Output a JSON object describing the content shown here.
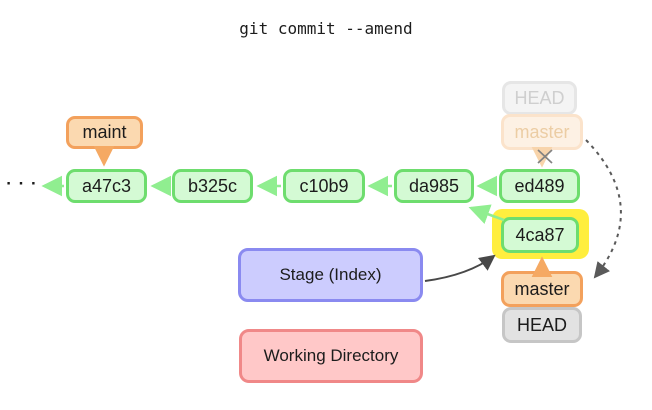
{
  "title": "git commit --amend",
  "graph": {
    "ellipsis": "· · ·",
    "commits": [
      {
        "id": "a47c3"
      },
      {
        "id": "b325c"
      },
      {
        "id": "c10b9"
      },
      {
        "id": "da985"
      },
      {
        "id": "ed489"
      },
      {
        "id": "4ca87"
      }
    ]
  },
  "refs": {
    "maint": "maint",
    "old_head": "HEAD",
    "old_master": "master",
    "master": "master",
    "head": "HEAD"
  },
  "areas": {
    "stage": "Stage (Index)",
    "working_directory": "Working Directory"
  },
  "colors": {
    "text": "#1c1c1c",
    "commit-border": "#6edd6e",
    "commit-fill": "#d4fad4",
    "arrow-green": "#90ee90",
    "ref-border": "#f3a15c",
    "ref-fill": "#fbd9b0",
    "ref-arrow": "#f5a963",
    "highlight-yellow": "#ffee3e",
    "stage-border": "#8a8af0",
    "stage-fill": "#ccccfe",
    "wd-border": "#f08888",
    "wd-fill": "#ffc8c8",
    "head-border": "#c6c6c6",
    "head-fill": "#e2e2e2",
    "faded-head-border": "#e6e6e6",
    "faded-head-fill": "#f4f4f4",
    "faded-head-text": "#cfcfcf",
    "faded-ref-border": "#fbe3cb",
    "faded-ref-fill": "#fdf1e4",
    "faded-ref-text": "#eccda4",
    "faded-ref-arrow": "#f8d4ab",
    "cross": "#828282",
    "dark-arrow": "#484848",
    "dashed-arrow": "#5a5a5a"
  }
}
